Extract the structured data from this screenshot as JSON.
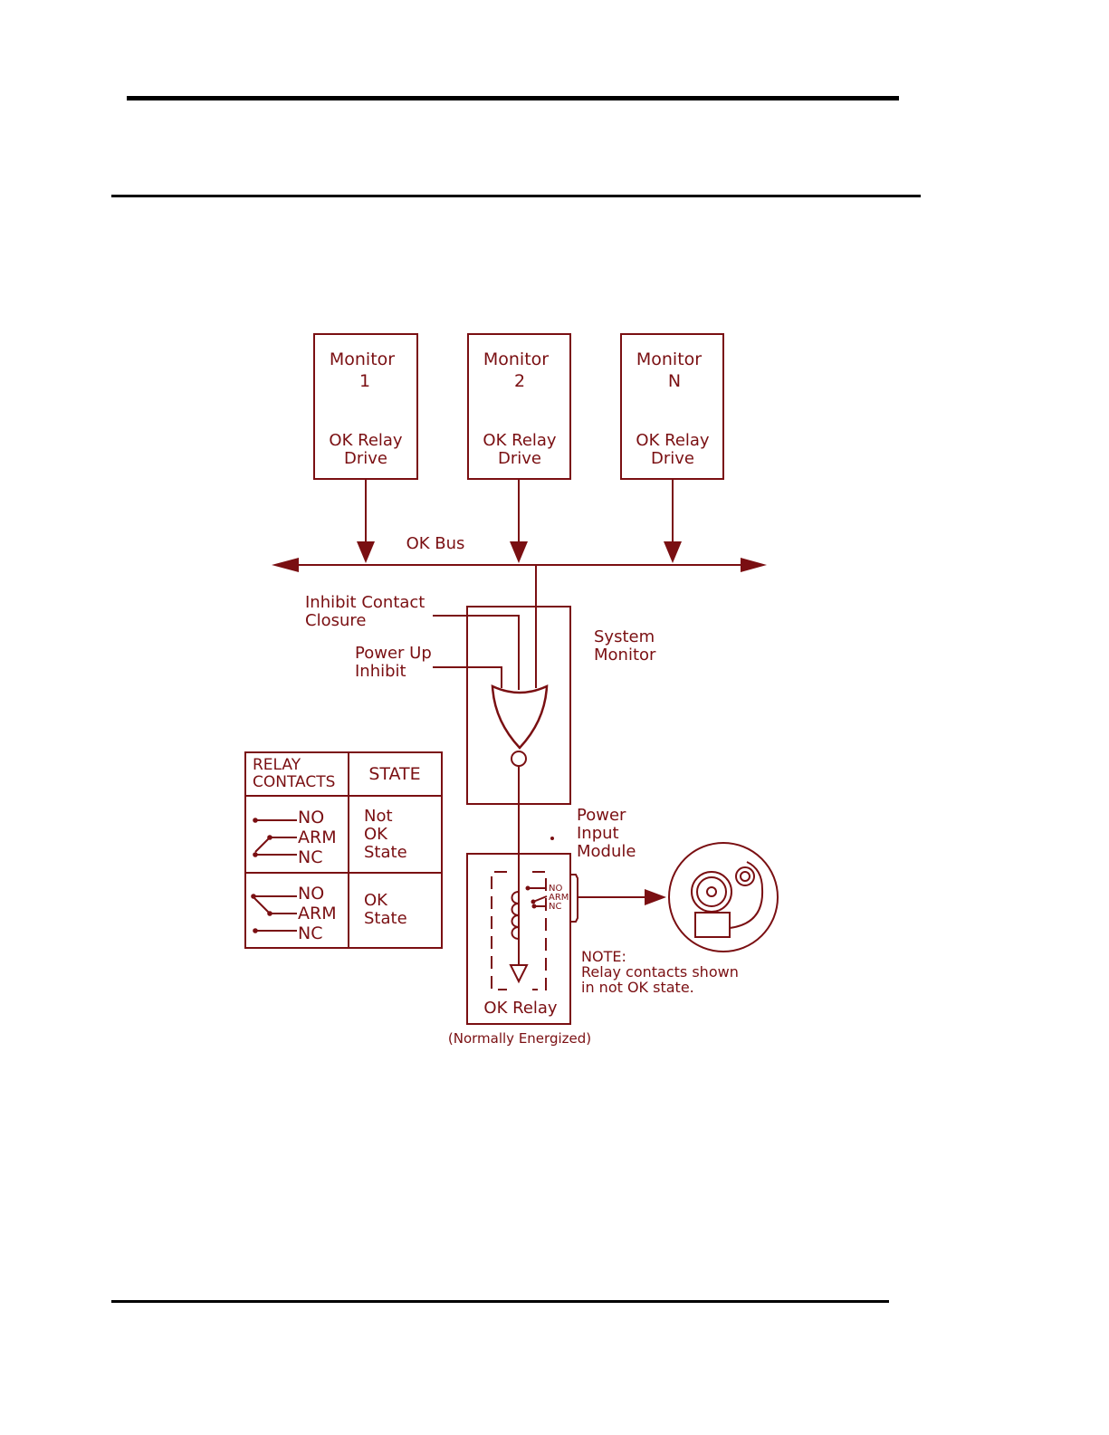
{
  "colors": {
    "diagram": "#7a0f12",
    "rule": "#000000",
    "background": "#ffffff"
  },
  "monitors": [
    {
      "title": "Monitor",
      "id": "1",
      "line1": "OK Relay",
      "line2": "Drive"
    },
    {
      "title": "Monitor",
      "id": "2",
      "line1": "OK Relay",
      "line2": "Drive"
    },
    {
      "title": "Monitor",
      "id": "N",
      "line1": "OK Relay",
      "line2": "Drive"
    }
  ],
  "bus": {
    "label": "OK Bus"
  },
  "inputs": {
    "inhibit_contact": [
      "Inhibit Contact",
      "Closure"
    ],
    "power_up": [
      "Power Up",
      "Inhibit"
    ]
  },
  "system_monitor": [
    "System",
    "Monitor"
  ],
  "power_input_module": [
    "Power",
    "Input",
    "Module"
  ],
  "relay": {
    "contacts": [
      "NO",
      "ARM",
      "NC"
    ],
    "label": "OK Relay",
    "caption": "(Normally Energized)"
  },
  "note": [
    "NOTE:",
    "Relay contacts shown",
    "in not OK state."
  ],
  "table": {
    "header_left": [
      "RELAY",
      "CONTACTS"
    ],
    "header_right": "STATE",
    "rows": [
      {
        "contacts": [
          "NO",
          "ARM",
          "NC"
        ],
        "state": [
          "Not",
          "OK",
          "State"
        ]
      },
      {
        "contacts": [
          "NO",
          "ARM",
          "NC"
        ],
        "state": [
          "OK",
          "State"
        ]
      }
    ]
  },
  "icons": {
    "alarm": "alarm-bell-icon",
    "ground": "ground-icon",
    "nor_gate": "nor-gate-icon"
  }
}
